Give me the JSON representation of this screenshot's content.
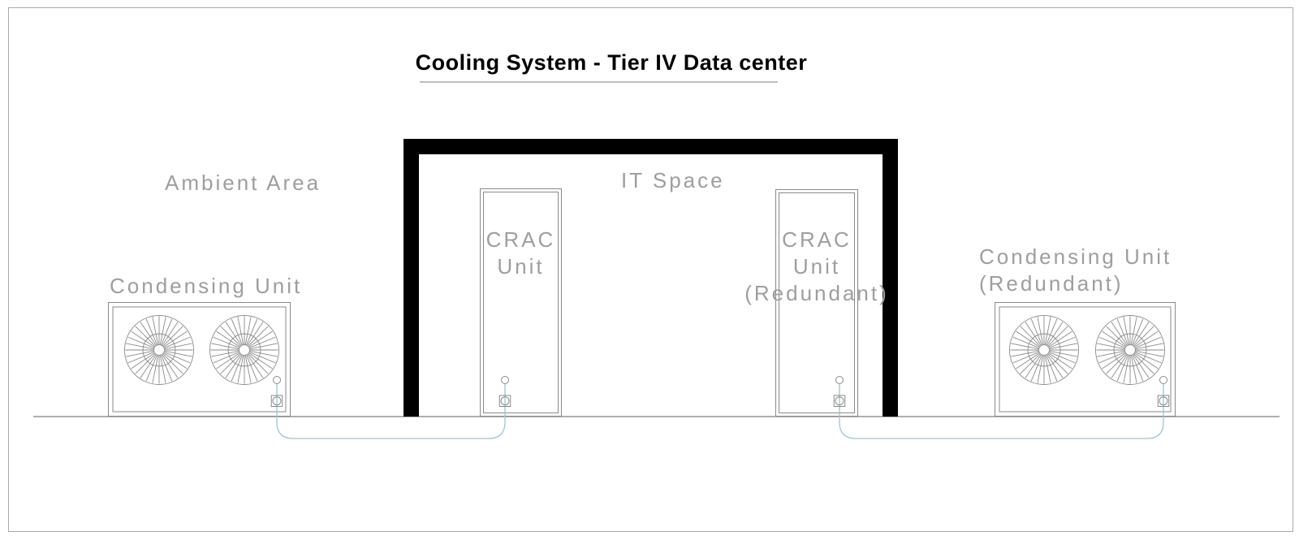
{
  "title": {
    "text": "Cooling System - Tier IV Data center"
  },
  "areas": {
    "ambient": "Ambient Area",
    "it_space": "IT Space"
  },
  "units": {
    "condensing_left": {
      "line1": "Condensing Unit"
    },
    "condensing_right": {
      "line1": "Condensing Unit",
      "line2": "(Redundant)"
    },
    "crac_left": {
      "line1": "CRAC",
      "line2": "Unit"
    },
    "crac_right": {
      "line1": "CRAC",
      "line2": "Unit",
      "line3": "(Redundant)"
    }
  },
  "colors": {
    "background": "#ffffff",
    "frame_border": "#a9a9a9",
    "title_text": "#000000",
    "underline": "#bdbdbd",
    "label_text": "#9e9e9e",
    "outline": "#8a8a8a",
    "ground": "#7f7f7f",
    "wall": "#000000",
    "pipe": "#a2c4cd"
  }
}
